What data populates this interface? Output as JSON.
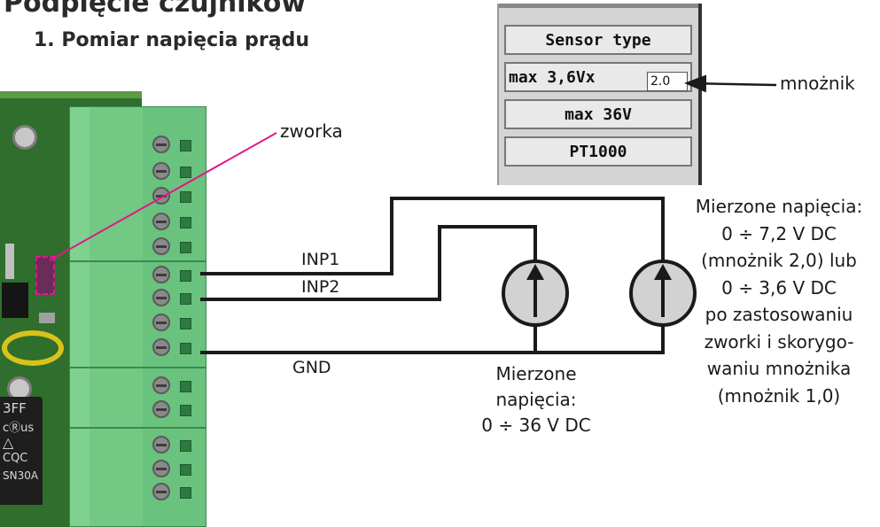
{
  "title": "Podpięcie czujników",
  "subtitle": "1. Pomiar napięcia prądu",
  "panel": {
    "header": "Sensor type",
    "option1": "max 3,6Vx",
    "multiplier_value": "2.0",
    "option2": "max 36V",
    "option3": "PT1000"
  },
  "labels": {
    "mnoznik": "mnożnik",
    "zworka": "zworka",
    "inp1": "INP1",
    "inp2": "INP2",
    "gnd": "GND"
  },
  "meter_left": {
    "lines": [
      "Mierzone",
      "napięcia:",
      "0 ÷ 36 V DC"
    ]
  },
  "meter_right": {
    "lines": [
      "Mierzone napięcia:",
      "0 ÷ 7,2 V DC",
      "(mnożnik 2,0) lub",
      "0 ÷ 3,6 V DC",
      "po zastosowaniu",
      "zworki i skorygo-",
      "waniu mnożnika",
      "(mnożnik 1,0)"
    ]
  },
  "pcb": {
    "relay_text": [
      "3FF",
      "cⓇus",
      "△",
      "CQC",
      "SN30A"
    ]
  },
  "colors": {
    "wire": "#1a1a1a",
    "pointer": "#e0198a",
    "terminal": "#69c27d",
    "pcb": "#2f6e2c",
    "meter_fill": "#d2d2d2"
  }
}
